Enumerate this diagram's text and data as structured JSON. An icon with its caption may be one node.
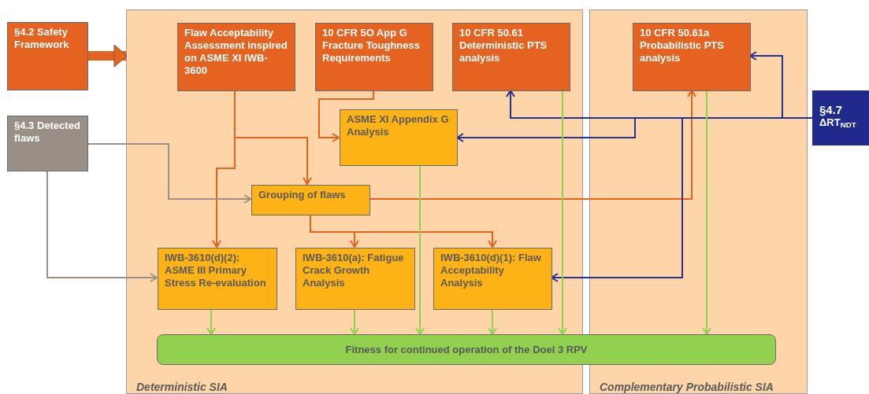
{
  "diagram": {
    "nodes": [
      {
        "text": [
          "Deterministic SIA"
        ]
      },
      {
        "text": [
          "Complementary Probabilistic SIA"
        ]
      },
      {
        "text": [
          "§4.2 Safety Framework"
        ]
      },
      {
        "text": [
          "§4.3 Detected flaws"
        ]
      },
      {
        "text": [
          "Flaw Acceptability Assessment inspired on ASME XI IWB-3600"
        ],
        "in": 0
      },
      {
        "text": [
          "10 CFR 5O App G Fracture Toughness Requirements"
        ],
        "in": 0
      },
      {
        "text": [
          "10 CFR 50.61 Deterministic PTS analysis"
        ],
        "in": 0
      },
      {
        "text": [
          "10 CFR 50.61a Probabilistic PTS analysis"
        ],
        "in": 1
      },
      {
        "text": [
          "§4.7",
          "ΔRT$_{NDT}$"
        ]
      },
      {
        "text": [
          "ASME XI Appendix G Analysis"
        ],
        "in": 0
      },
      {
        "text": [
          "Grouping of flaws"
        ],
        "in": 0
      },
      {
        "text": [
          "IWB-3610(d)(2): ASME III Primary Stress Re-evaluation"
        ],
        "in": 0
      },
      {
        "text": [
          "IWB-3610(a): Fatigue Crack Growth Analysis"
        ],
        "in": 0
      },
      {
        "text": [
          "IWB-3610(d)(1): Flaw Acceptability Analysis"
        ],
        "in": 0
      },
      {
        "text": [
          "Fitness for continued operation of the Doel 3 RPV"
        ]
      }
    ],
    "edges": [
      {
        "from": 2,
        "to": 0,
        "arrow": "to",
        "style": "thick"
      },
      {
        "from": 4,
        "to": 10,
        "arrow": "to"
      },
      {
        "from": 4,
        "to": 11,
        "arrow": "to"
      },
      {
        "from": 5,
        "to": 9,
        "arrow": "to"
      },
      {
        "from": 3,
        "to": 10,
        "arrow": "to",
        "color": "#9b8f86"
      },
      {
        "from": 3,
        "to": 11,
        "arrow": "to",
        "color": "#9b8f86"
      },
      {
        "from": 10,
        "to": 7,
        "arrow": "to"
      },
      {
        "from": 10,
        "to": 12,
        "arrow": "to"
      },
      {
        "from": 10,
        "to": 13,
        "arrow": "to"
      },
      {
        "from": 8,
        "to": 6,
        "arrow": "to",
        "color": "#26308f"
      },
      {
        "from": 8,
        "to": 9,
        "arrow": "to",
        "color": "#26308f"
      },
      {
        "from": 8,
        "to": 7,
        "arrow": "to",
        "color": "#26308f"
      },
      {
        "from": 8,
        "to": 13,
        "arrow": "to",
        "color": "#26308f"
      },
      {
        "from": 11,
        "to": 14,
        "arrow": "to",
        "color": "#92d050"
      },
      {
        "from": 12,
        "to": 14,
        "arrow": "to",
        "color": "#92d050"
      },
      {
        "from": 13,
        "to": 14,
        "arrow": "to",
        "color": "#92d050"
      },
      {
        "from": 9,
        "to": 14,
        "arrow": "to",
        "color": "#92d050"
      },
      {
        "from": 6,
        "to": 14,
        "arrow": "to",
        "color": "#92d050"
      },
      {
        "from": 7,
        "to": 14,
        "arrow": "to",
        "color": "#92d050"
      }
    ]
  }
}
